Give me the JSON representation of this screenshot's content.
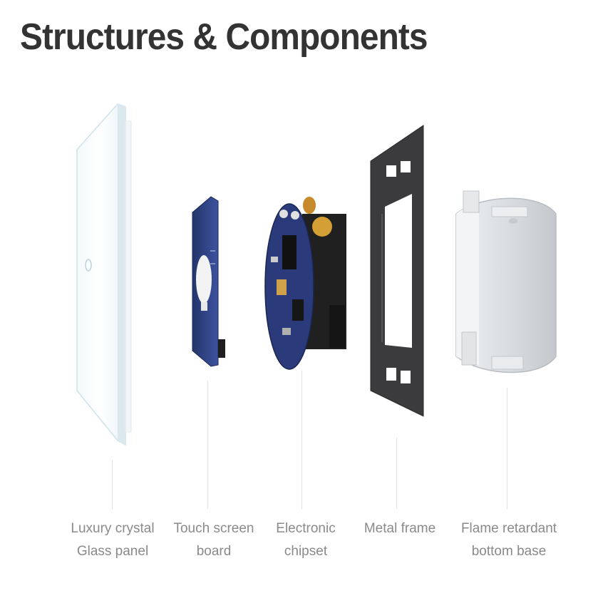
{
  "title": "Structures & Components",
  "components": [
    {
      "line1": "Luxury crystal",
      "line2": "Glass panel"
    },
    {
      "line1": "Touch screen",
      "line2": "board"
    },
    {
      "line1": "Electronic",
      "line2": "chipset"
    },
    {
      "line1": "Metal frame",
      "line2": ""
    },
    {
      "line1": "Flame retardant",
      "line2": "bottom base"
    }
  ],
  "colors": {
    "title": "#333333",
    "label": "#8a8a8a",
    "pcb": "#2e3f7a",
    "frame": "#3b3b3d",
    "base": "#d9dcdf"
  }
}
